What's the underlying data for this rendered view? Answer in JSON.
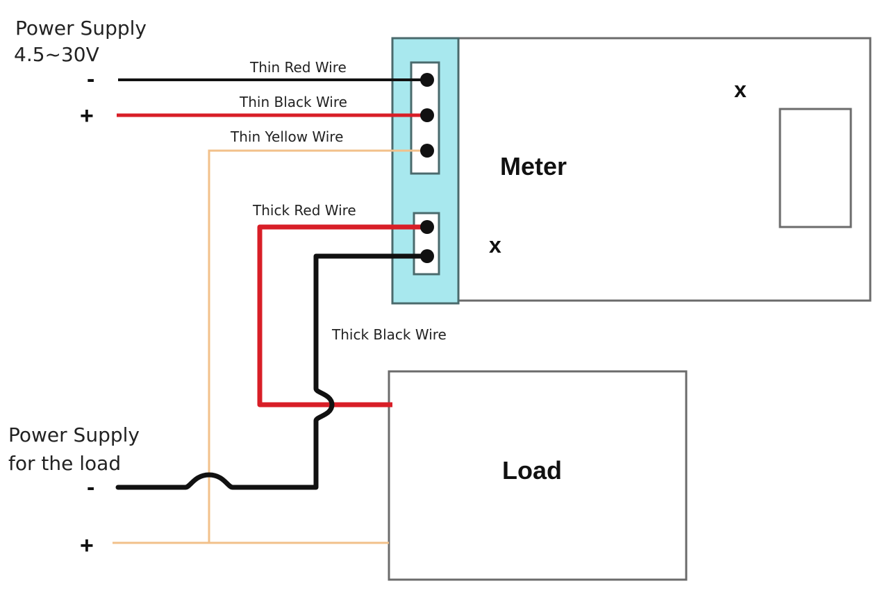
{
  "power_supply_meter": {
    "title": "Power Supply",
    "voltage": "4.5~30V",
    "minus": "-",
    "plus": "+"
  },
  "power_supply_load": {
    "title_line1": "Power Supply",
    "title_line2": "for the load",
    "minus": "-",
    "plus": "+"
  },
  "wires": {
    "thin_red": "Thin Red Wire",
    "thin_black": "Thin Black Wire",
    "thin_yellow": "Thin Yellow Wire",
    "thick_red": "Thick Red Wire",
    "thick_black": "Thick Black Wire"
  },
  "meter": {
    "label": "Meter",
    "mark_top": "x",
    "mark_left": "x"
  },
  "load": {
    "label": "Load"
  },
  "colors": {
    "black_wire": "#111111",
    "red_wire": "#d81e27",
    "yellow_wire": "#f2c08a",
    "terminal_block": "#a8e8ee",
    "box_border": "#6b6b6b"
  }
}
